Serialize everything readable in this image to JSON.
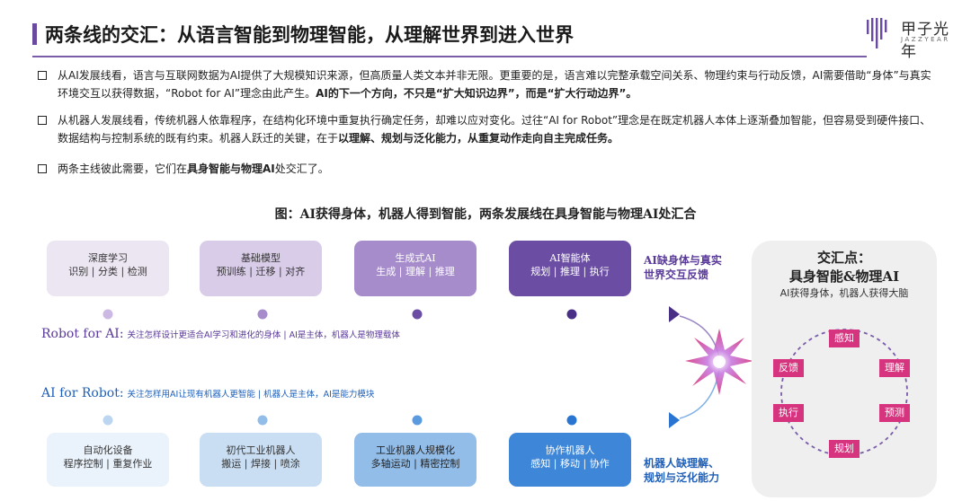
{
  "header": {
    "title": "两条线的交汇：从语言智能到物理智能，从理解世界到进入世界",
    "logo_text": "甲子光年",
    "logo_sub": "JAZZYEAR"
  },
  "bullets": [
    {
      "pre": "从AI发展线看，语言与互联网数据为AI提供了大规模知识来源，但高质量人类文本并非无限。更重要的是，语言难以完整承载空间关系、物理约束与行动反馈，AI需要借助“身体”与真实环境交互以获得数据，“Robot for AI”理念由此产生。",
      "bold": "AI的下一个方向，不只是“扩大知识边界”，而是“扩大行动边界”。",
      "post": ""
    },
    {
      "pre": "从机器人发展线看，传统机器人依靠程序，在结构化环境中重复执行确定任务，却难以应对变化。过往“AI for Robot”理念是在既定机器人本体上逐渐叠加智能，但容易受到硬件接口、数据结构与控制系统的既有约束。机器人跃迁的关键，在于",
      "bold": "以理解、规划与泛化能力，从重复动作走向自主完成任务。",
      "post": ""
    },
    {
      "pre": "两条主线彼此需要，它们在",
      "bold": "具身智能与物理AI",
      "post": "处交汇了。"
    }
  ],
  "figure": {
    "title": "图：AI获得身体，机器人得到智能，两条发展线在具身智能与物理AI处汇合",
    "top_nodes": [
      {
        "l1": "深度学习",
        "l2": "识别 | 分类 | 检测",
        "bg": "#ece6f3",
        "fg": "#333333"
      },
      {
        "l1": "基础模型",
        "l2": "预训练 | 迁移 | 对齐",
        "bg": "#d9cce9",
        "fg": "#333333"
      },
      {
        "l1": "生成式AI",
        "l2": "生成 | 理解 | 推理",
        "bg": "#a68ccb",
        "fg": "#ffffff"
      },
      {
        "l1": "AI智能体",
        "l2": "规划 | 推理 | 执行",
        "bg": "#6b4ea3",
        "fg": "#ffffff"
      }
    ],
    "bottom_nodes": [
      {
        "l1": "自动化设备",
        "l2": "程序控制 | 重复作业",
        "bg": "#eaf2fb",
        "fg": "#333333"
      },
      {
        "l1": "初代工业机器人",
        "l2": "搬运 | 焊接 | 喷涂",
        "bg": "#c9def3",
        "fg": "#333333"
      },
      {
        "l1": "工业机器人规模化",
        "l2": "多轴运动 | 精密控制",
        "bg": "#93bde9",
        "fg": "#222222"
      },
      {
        "l1": "协作机器人",
        "l2": "感知 | 移动 | 协作",
        "bg": "#3d86d8",
        "fg": "#ffffff"
      }
    ],
    "robot_for_ai": {
      "label": "Robot for AI:",
      "desc": "关注怎样设计更适合AI学习和进化的身体 | AI是主体，机器人是物理载体"
    },
    "ai_for_robot": {
      "label": "AI for Robot:",
      "desc": "关注怎样用AI让现有机器人更智能 | 机器人是主体，AI是能力模块"
    },
    "top_side_note": [
      "AI缺身体与真实",
      "世界交互反馈"
    ],
    "bottom_side_note": [
      "机器人缺理解、",
      "规划与泛化能力"
    ],
    "panel": {
      "title1": "交汇点：",
      "title2": "具身智能&物理AI",
      "subtitle": "AI获得身体，机器人获得大脑",
      "cycle": [
        "感知",
        "理解",
        "预测",
        "规划",
        "执行",
        "反馈"
      ]
    },
    "colors": {
      "purple": "#6b4ea3",
      "blue": "#3d86d8",
      "cycle": "#d6347e"
    }
  }
}
